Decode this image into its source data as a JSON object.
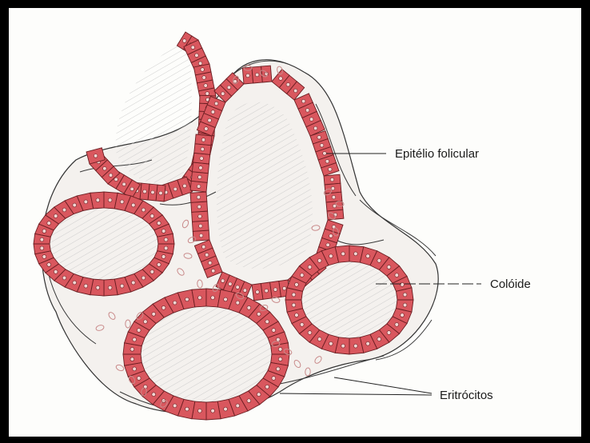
{
  "labels": {
    "epithelium": "Epitélio folicular",
    "colloid": "Colóide",
    "erythrocytes": "Eritrócitos"
  },
  "colors": {
    "frame": "#000000",
    "background": "#fdfdfb",
    "cell_fill": "#d9575e",
    "cell_outline": "#6b1e22",
    "nucleus": "#f3d6d3",
    "connective_tissue": "#3a3a3a",
    "colloid_hatch": "#b8b8b8",
    "erythrocyte": "#c98b8b"
  }
}
